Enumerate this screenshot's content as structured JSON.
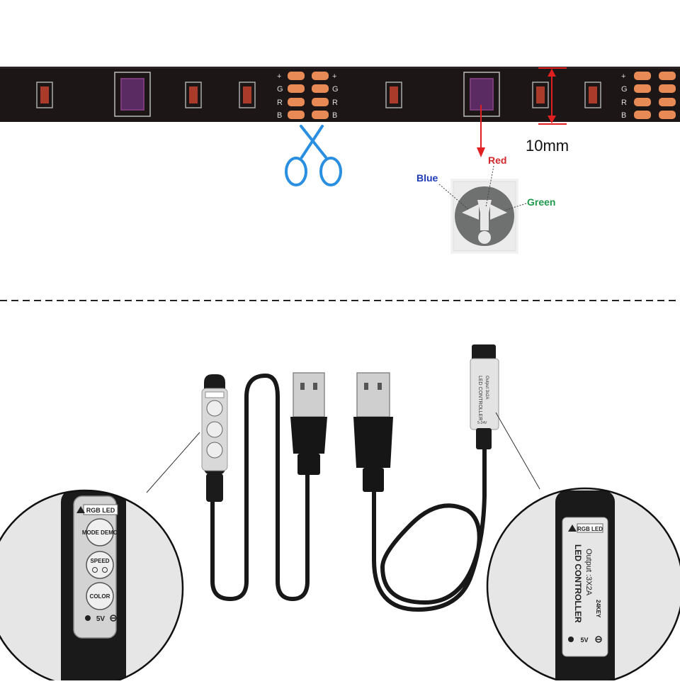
{
  "strip": {
    "pad_labels": [
      "+",
      "G",
      "R",
      "B"
    ],
    "dimension_label": "10mm"
  },
  "led_chip": {
    "labels": {
      "blue": "Blue",
      "red": "Red",
      "green": "Green"
    },
    "colors": {
      "blue": "#1d3bb5",
      "red": "#d3282b",
      "green": "#1f9a4a"
    }
  },
  "left_controller": {
    "badge": "RGB LED",
    "buttons": [
      "MODE DEMO",
      "SPEED",
      "COLOR"
    ],
    "voltage": "5V"
  },
  "right_controller": {
    "badge": "RGB LED",
    "title": "LED CONTROLLER",
    "output": "Output :3X2A",
    "small_output": "Output 3x2A",
    "small_voltage": "5-24V",
    "key": "24KEY",
    "voltage": "5V"
  },
  "icons": [
    "scissors-icon",
    "usb-plug-icon"
  ],
  "colors": {
    "strip": "#1c1616",
    "pad": "#e88a55",
    "scissors": "#2a8fe0",
    "divider": "#222222"
  }
}
